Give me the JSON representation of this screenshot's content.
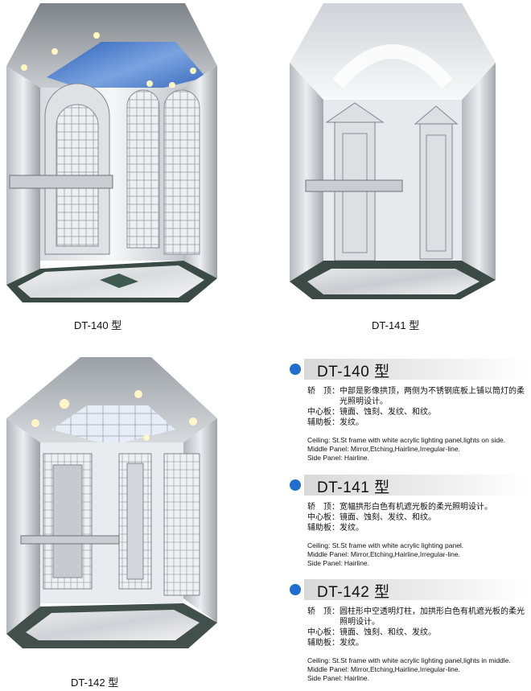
{
  "captions": {
    "cab140": "DT-140 型",
    "cab141": "DT-141 型",
    "cab142": "DT-142 型"
  },
  "specs": [
    {
      "title": "DT-140 型",
      "cn": [
        {
          "label": "轿　顶：",
          "text": "中部是影像拱顶，两侧为不锈钢底板上铺以筒灯的柔光照明设计。"
        },
        {
          "label": "中心板：",
          "text": "镜面、蚀刻、发纹、和纹。"
        },
        {
          "label": "辅助板：",
          "text": "发纹。"
        }
      ],
      "en": [
        "Ceiling: St.St frame with white acrylic lighting panel,lights on side.",
        "Middle Panel: Mirror,Etching,Hairline,Irregular-line.",
        "Side Panel: Hairline."
      ]
    },
    {
      "title": "DT-141 型",
      "cn": [
        {
          "label": "轿　顶：",
          "text": "宽幅拱形白色有机遮光板的柔光照明设计。"
        },
        {
          "label": "中心板：",
          "text": "镜面、蚀刻、发纹、和纹。"
        },
        {
          "label": "辅助板：",
          "text": "发纹。"
        }
      ],
      "en": [
        "Ceiling: St.St frame with white acrylic lighting panel.",
        "Middle Panel: Mirror,Etching,Hairline,Irregular-line.",
        "Side Panel: Hairline."
      ]
    },
    {
      "title": "DT-142 型",
      "cn": [
        {
          "label": "轿　顶：",
          "text": "圆柱形中空透明灯柱，加拱形白色有机遮光板的柔光照明设计。"
        },
        {
          "label": "中心板：",
          "text": "镜面、蚀刻、和纹、发纹。"
        },
        {
          "label": "辅助板：",
          "text": "发纹。"
        }
      ],
      "en": [
        "Ceiling: St.St frame with white acrylic lighting panel,lights in middle.",
        "Middle Panel: Mirror,Etching,Hairline,Irregular-line.",
        "Side Panel: Hairline."
      ]
    }
  ],
  "colors": {
    "bullet": "#1f6fd1",
    "steel_light": "#e6e8ea",
    "steel_dark": "#8a8f95",
    "sky": "#3a6fc8"
  }
}
